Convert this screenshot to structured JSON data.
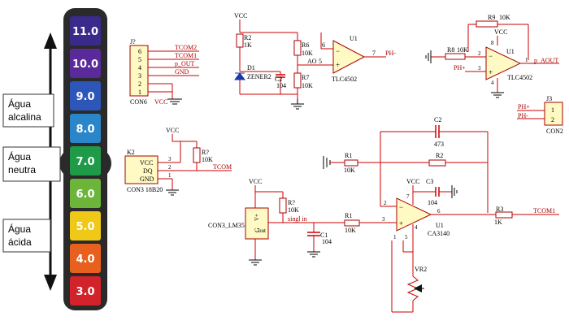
{
  "ph_scale": {
    "levels": [
      {
        "value": "11.0",
        "color": "#3a2a8c"
      },
      {
        "value": "10.0",
        "color": "#5a2a9a"
      },
      {
        "value": "9.0",
        "color": "#2c56b8"
      },
      {
        "value": "8.0",
        "color": "#2a86c8"
      },
      {
        "value": "7.0",
        "color": "#1f9a48"
      },
      {
        "value": "6.0",
        "color": "#6cb53a"
      },
      {
        "value": "5.0",
        "color": "#f0c818"
      },
      {
        "value": "4.0",
        "color": "#e8601e"
      },
      {
        "value": "3.0",
        "color": "#d2222a"
      }
    ],
    "labels": {
      "alkaline": [
        "Água",
        "alcalina"
      ],
      "neutral": [
        "Água",
        "neutra"
      ],
      "acidic": [
        "Água",
        "ácida"
      ]
    }
  },
  "schematic": {
    "connector_j": {
      "ref": "J?",
      "part": "CON6",
      "pins": [
        "6",
        "5",
        "4",
        "3",
        "2",
        "1"
      ],
      "nets": [
        "TCOM2",
        "TCOM1",
        "p_OUT",
        "GND",
        "",
        "VCC"
      ]
    },
    "reference_block": {
      "vcc": "VCC",
      "r2": "R2",
      "r2_val": "1K",
      "d1": "D1",
      "zener": "ZENER2",
      "c2": "C2",
      "c2_val": "104",
      "r6": "R6",
      "r6_val": "10K",
      "r7": "R7",
      "r7_val": "10K",
      "ao": "AO",
      "pin5": "5",
      "pin6": "6",
      "pin7": "7",
      "u1": "U1",
      "u1_part": "TLC4502",
      "output": "PH-"
    },
    "output_block": {
      "r9": "R9",
      "r9_val": "10K",
      "vcc": "VCC",
      "r8": "R8",
      "r8_val": "10K",
      "u1": "U1",
      "u1_part": "TLC4502",
      "input": "PH+",
      "output": "p_AOUT",
      "pin1": "1",
      "pin2": "2",
      "pin3": "3",
      "pin4": "4",
      "pin8": "8"
    },
    "connector_j3": {
      "ref": "J3",
      "part": "CON2",
      "pins": [
        "1",
        "2"
      ],
      "nets": [
        "PH+",
        "PH-"
      ]
    },
    "connector_k2": {
      "ref": "K2",
      "part": "CON3 18B20",
      "pin_names": [
        "VCC",
        "DQ",
        "GND"
      ],
      "pins": [
        "3",
        "2",
        "1"
      ],
      "vcc": "VCC",
      "r": "R?",
      "r_val": "10K",
      "net": "TCOM"
    },
    "ph_amplifier": {
      "c2": "C2",
      "c2_val": "473",
      "r1": "R1",
      "r1_val": "10K",
      "r2": "R2",
      "r2_val": "",
      "vcc": "VCC",
      "c3": "C3",
      "c3_val": "104",
      "u1": "U1",
      "u1_part": "CA3140",
      "pin2": "2",
      "pin3": "3",
      "pin7": "7",
      "pin6": "6",
      "pin4": "4",
      "pin1": "1",
      "pin5": "5",
      "r3": "R3",
      "r3_val": "1K",
      "output": "TCOM1",
      "vr2": "VR2"
    },
    "lm35_block": {
      "part": "CON3_LM35",
      "vcc": "VCC",
      "r": "R?",
      "r_val": "10K",
      "pin_v": "V+",
      "pin_g": "G",
      "pin_out": "out",
      "net": "singl in",
      "c1": "C1",
      "c1_val": "104",
      "r1": "R1",
      "r1_val": "10K"
    }
  }
}
